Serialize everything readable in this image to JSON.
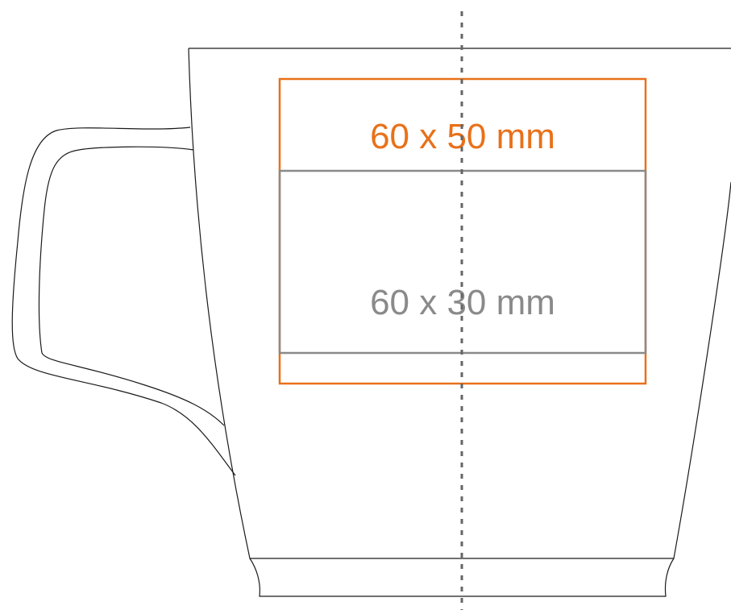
{
  "colors": {
    "outline": "#1a1a1a",
    "large_area": "#e8711a",
    "small_area": "#8a8a8a",
    "center_line": "#666666",
    "background": "#ffffff"
  },
  "print_areas": {
    "large": {
      "label": "60 x 50 mm"
    },
    "small": {
      "label": "60 x 30 mm"
    }
  },
  "center_line": {
    "style": "dashed"
  }
}
